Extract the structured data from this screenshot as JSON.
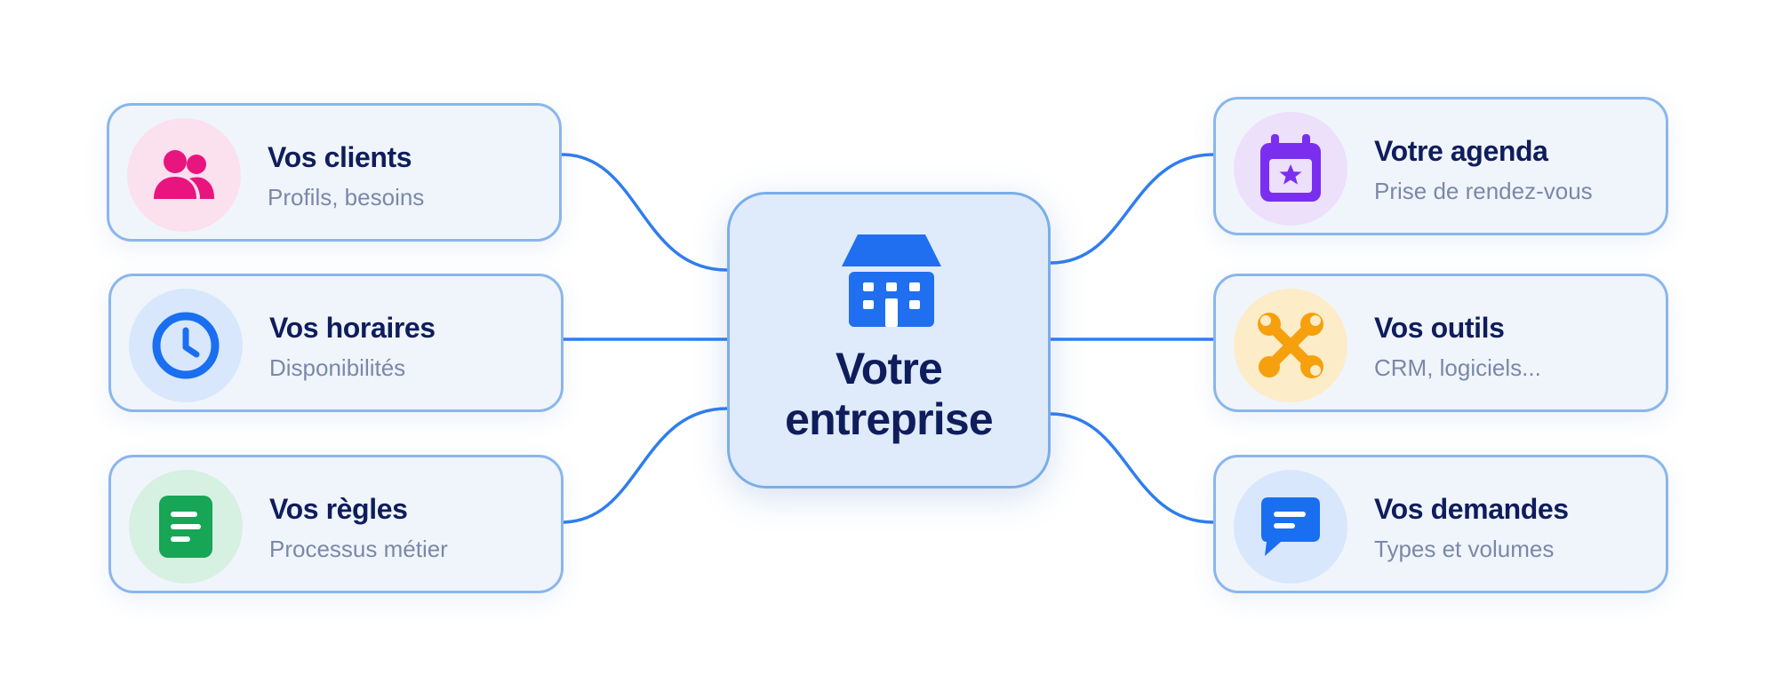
{
  "center": {
    "title_line1": "Votre",
    "title_line2": "entreprise",
    "icon": "building-icon",
    "color": "#1f6ff0"
  },
  "left_items": [
    {
      "title": "Vos clients",
      "subtitle": "Profils, besoins",
      "icon": "users-icon",
      "color": "#e8157e",
      "bg": "#fbe0ee"
    },
    {
      "title": "Vos horaires",
      "subtitle": "Disponibilités",
      "icon": "clock-icon",
      "color": "#1a6ef0",
      "bg": "#d8e7fb"
    },
    {
      "title": "Vos règles",
      "subtitle": "Processus métier",
      "icon": "document-icon",
      "color": "#17a556",
      "bg": "#d6f0e2"
    }
  ],
  "right_items": [
    {
      "title": "Votre agenda",
      "subtitle": "Prise de rendez-vous",
      "icon": "calendar-star-icon",
      "color": "#7a2ff0",
      "bg": "#ece0fb"
    },
    {
      "title": "Vos outils",
      "subtitle": "CRM, logiciels...",
      "icon": "tools-icon",
      "color": "#f5a00c",
      "bg": "#fcecc8"
    },
    {
      "title": "Vos demandes",
      "subtitle": "Types et volumes",
      "icon": "chat-icon",
      "color": "#1a6ef0",
      "bg": "#d8e7fb"
    }
  ],
  "connector_color": "#2f7df0"
}
